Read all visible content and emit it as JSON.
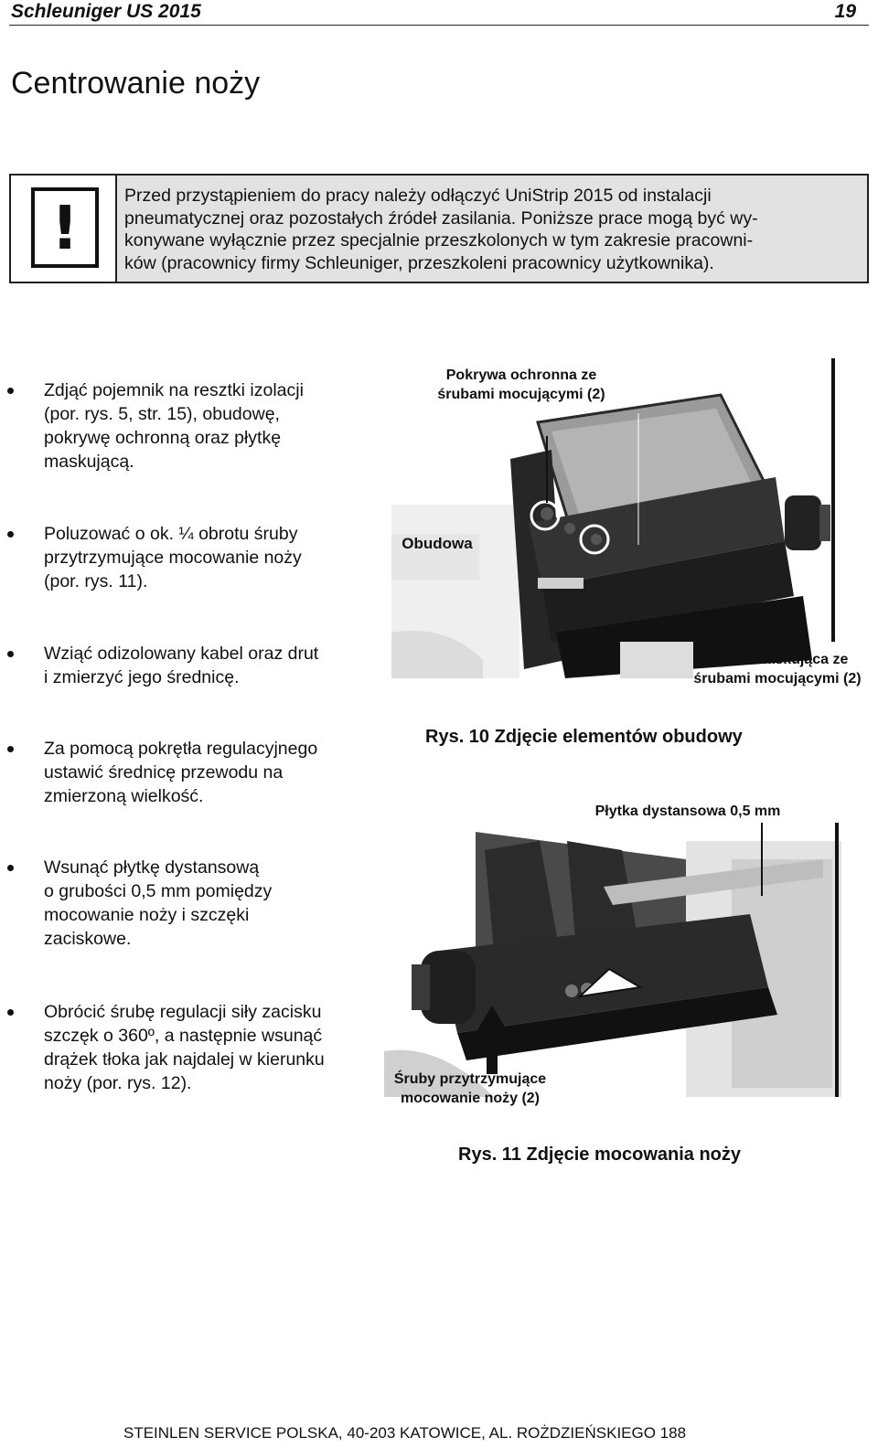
{
  "header": {
    "doc": "Schleuniger US 2015",
    "page": "19"
  },
  "title": "Centrowanie noży",
  "warning": {
    "icon": "exclamation-icon",
    "lines": [
      "Przed przystąpieniem do pracy należy odłączyć UniStrip 2015 od instalacji",
      "pneumatycznej oraz pozostałych źródeł zasilania. Poniższe prace mogą być wy-",
      "konywane wyłącznie przez specjalnie przeszkolonych w tym zakresie pracowni-",
      "ków (pracownicy firmy Schleuniger, przeszkoleni pracownicy użytkownika)."
    ]
  },
  "steps": [
    [
      "Zdjąć pojemnik na resztki izolacji",
      "(por. rys. 5, str. 15), obudowę,",
      "pokrywę ochronną oraz płytkę",
      "maskującą."
    ],
    [
      "Poluzować o ok. ¼ obrotu śruby",
      "przytrzymujące mocowanie noży",
      "(por. rys. 11)."
    ],
    [
      "Wziąć odizolowany kabel oraz drut",
      "i zmierzyć jego średnicę."
    ],
    [
      "Za pomocą pokrętła regulacyjnego",
      "ustawić średnicę przewodu na",
      "zmierzoną wielkość."
    ],
    [
      "Wsunąć płytkę dystansową",
      "o grubości 0,5 mm pomiędzy",
      "mocowanie noży i szczęki",
      "zaciskowe."
    ],
    [
      "Obrócić śrubę regulacji siły zacisku",
      "szczęk o 360º, a następnie wsunąć",
      "drążek tłoka jak najdalej w kierunku",
      "noży (por. rys. 12)."
    ]
  ],
  "figure10": {
    "label_cover": [
      "Pokrywa ochronna ze",
      "śrubami mocującymi (2)"
    ],
    "label_housing": "Obudowa",
    "label_mask": [
      "Płytka maskująca ze",
      "śrubami mocującymi (2)"
    ],
    "caption": "Rys. 10 Zdjęcie elementów obudowy"
  },
  "figure11": {
    "label_spacer": "Płytka dystansowa 0,5 mm",
    "label_screws": [
      "Śruby przytrzymujące",
      "mocowanie noży (2)"
    ],
    "caption": "Rys. 11 Zdjęcie mocowania noży"
  },
  "footer": "STEINLEN SERVICE POLSKA, 40-203 KATOWICE, AL. ROŻDZIEŃSKIEGO 188"
}
